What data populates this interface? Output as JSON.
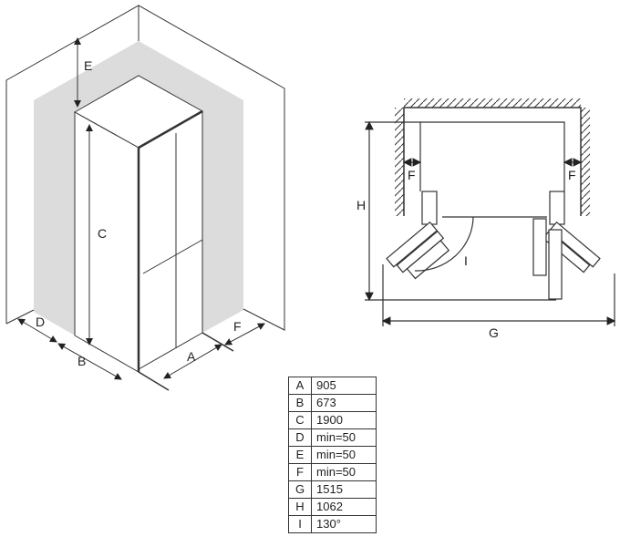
{
  "labels": {
    "A": "A",
    "B": "B",
    "C": "C",
    "D": "D",
    "E": "E",
    "F": "F",
    "G": "G",
    "H": "H",
    "I": "I"
  },
  "dimensions": [
    {
      "key": "A",
      "value": "905"
    },
    {
      "key": "B",
      "value": "673"
    },
    {
      "key": "C",
      "value": "1900"
    },
    {
      "key": "D",
      "value": "min=50"
    },
    {
      "key": "E",
      "value": "min=50"
    },
    {
      "key": "F",
      "value": "min=50"
    },
    {
      "key": "G",
      "value": "1515"
    },
    {
      "key": "H",
      "value": "1062"
    },
    {
      "key": "I",
      "value": "130°"
    }
  ]
}
